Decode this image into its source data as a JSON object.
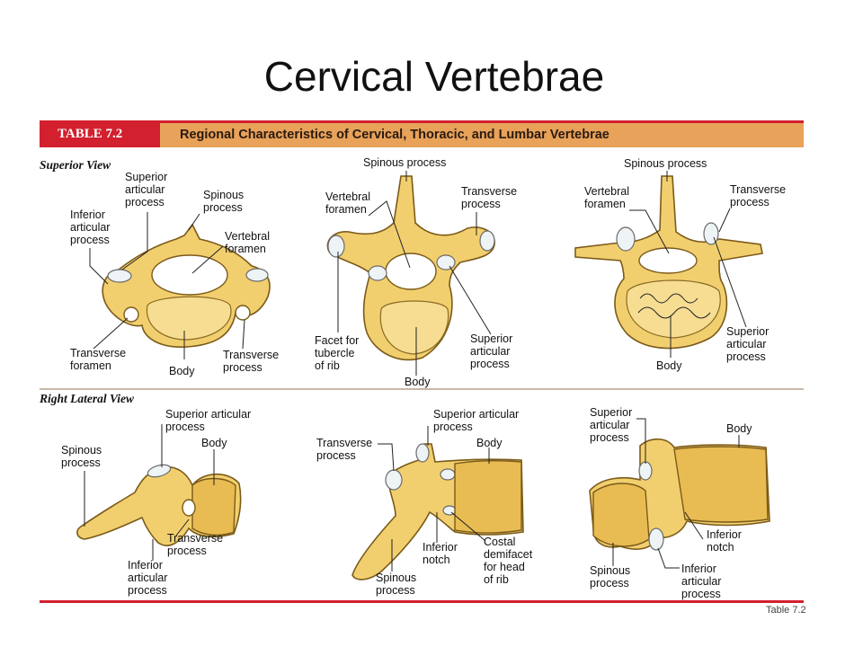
{
  "title": "Cervical Vertebrae",
  "table": {
    "tag": "TABLE 7.2",
    "heading": "Regional Characteristics of Cervical, Thoracic, and Lumbar Vertebrae"
  },
  "sections": {
    "superior": "Superior View",
    "lateral": "Right Lateral View"
  },
  "caption": "Table 7.2",
  "labels": {
    "c_sup": {
      "superior_articular": "Superior\narticular\nprocess",
      "spinous": "Spinous\nprocess",
      "inferior_articular": "Inferior\narticular\nprocess",
      "vertebral_foramen": "Vertebral\nforamen",
      "transverse_foramen": "Transverse\nforamen",
      "body": "Body",
      "transverse": "Transverse\nprocess"
    },
    "t_sup": {
      "spinous": "Spinous process",
      "vertebral_foramen": "Vertebral\nforamen",
      "transverse": "Transverse\nprocess",
      "facet": "Facet for\ntubercle\nof rib",
      "superior_articular": "Superior\narticular\nprocess",
      "body": "Body"
    },
    "l_sup": {
      "spinous": "Spinous process",
      "vertebral_foramen": "Vertebral\nforamen",
      "transverse": "Transverse\nprocess",
      "superior_articular": "Superior\narticular\nprocess",
      "body": "Body"
    },
    "c_lat": {
      "superior_articular": "Superior articular\nprocess",
      "spinous": "Spinous\nprocess",
      "body": "Body",
      "transverse": "Transverse\nprocess",
      "inferior_articular": "Inferior\narticular\nprocess"
    },
    "t_lat": {
      "superior_articular": "Superior articular\nprocess",
      "transverse": "Transverse\nprocess",
      "body": "Body",
      "inferior_notch": "Inferior\nnotch",
      "costal": "Costal\ndemifacet\nfor head\nof rib",
      "spinous": "Spinous\nprocess"
    },
    "l_lat": {
      "superior_articular": "Superior\narticular\nprocess",
      "body": "Body",
      "inferior_notch": "Inferior\nnotch",
      "spinous": "Spinous\nprocess",
      "inferior_articular": "Inferior\narticular\nprocess"
    }
  }
}
